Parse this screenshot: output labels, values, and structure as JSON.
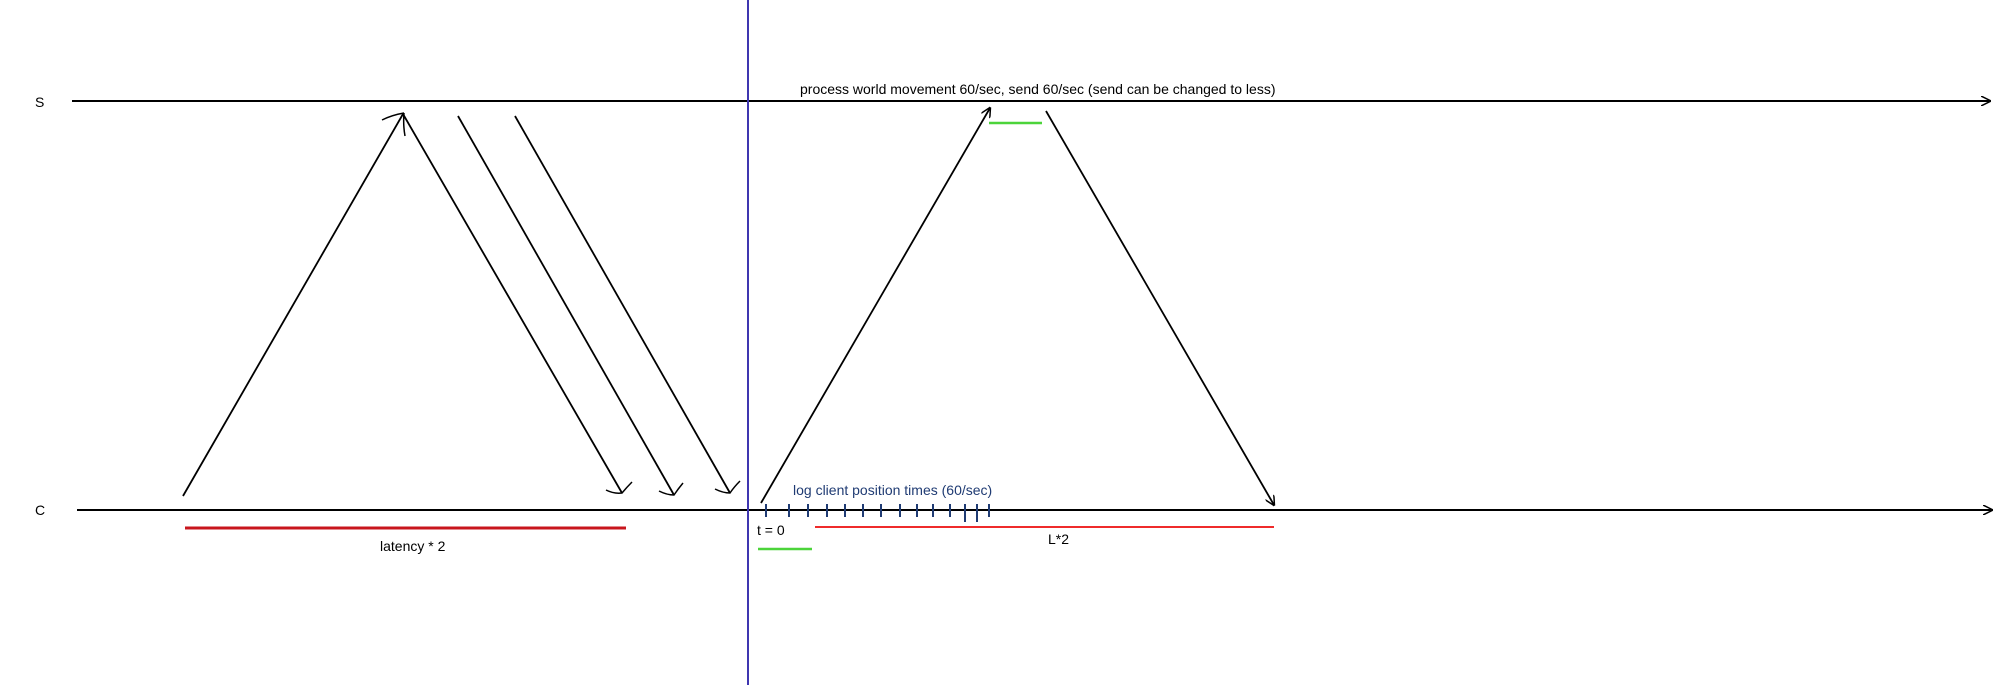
{
  "timelines": {
    "server_label": "S",
    "client_label": "C"
  },
  "annotations": {
    "server_process": "process world movement 60/sec, send 60/sec (send can be changed to less)",
    "client_log": "log client position times (60/sec)",
    "t_zero": "t = 0",
    "latency_left": "latency * 2",
    "latency_right": "L*2"
  },
  "colors": {
    "line": "#000000",
    "divider": "#3f36b0",
    "latency_bar": "#c8161d",
    "latency_bar_right": "#ef2b2b",
    "highlight": "#4cd43a",
    "tick": "#1f3b73",
    "log_text": "#1f3b73"
  }
}
